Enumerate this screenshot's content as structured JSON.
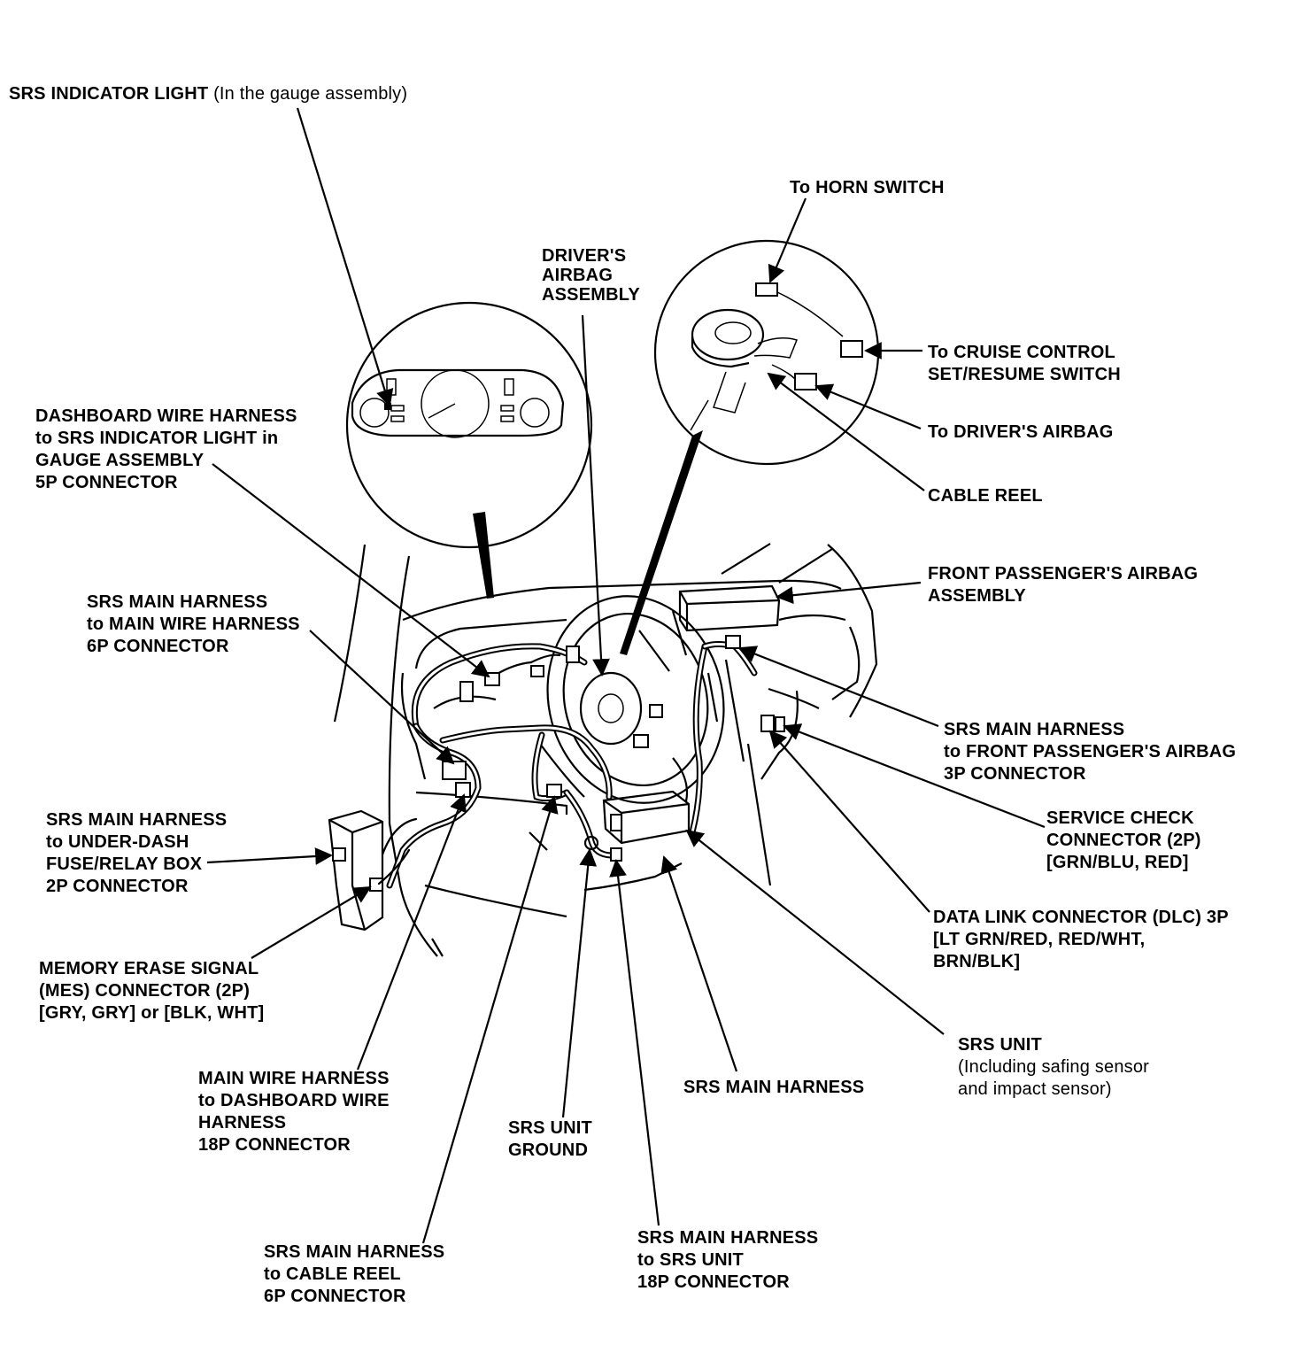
{
  "labels": {
    "srs_indicator_light": {
      "title": "SRS INDICATOR LIGHT",
      "note": "(In the gauge assembly)"
    },
    "horn_switch": [
      "To HORN SWITCH"
    ],
    "drivers_airbag_assembly": [
      "DRIVER'S",
      "AIRBAG",
      "ASSEMBLY"
    ],
    "cruise_control": [
      "To CRUISE CONTROL",
      "SET/RESUME SWITCH"
    ],
    "to_drivers_airbag": [
      "To DRIVER'S AIRBAG"
    ],
    "cable_reel": [
      "CABLE REEL"
    ],
    "dashboard_harness": [
      "DASHBOARD WIRE HARNESS",
      "to SRS INDICATOR LIGHT in",
      "GAUGE ASSEMBLY",
      "5P CONNECTOR"
    ],
    "front_passenger_airbag": [
      "FRONT PASSENGER'S AIRBAG",
      "ASSEMBLY"
    ],
    "srs_main_to_main_6p": [
      "SRS MAIN HARNESS",
      "to MAIN WIRE HARNESS",
      "6P CONNECTOR"
    ],
    "srs_main_to_passenger_3p": [
      "SRS MAIN HARNESS",
      "to FRONT PASSENGER'S AIRBAG",
      "3P CONNECTOR"
    ],
    "service_check": [
      "SERVICE CHECK",
      "CONNECTOR (2P)",
      "[GRN/BLU, RED]"
    ],
    "srs_main_to_fuse_box": [
      "SRS MAIN HARNESS",
      "to UNDER-DASH",
      "FUSE/RELAY BOX",
      "2P CONNECTOR"
    ],
    "data_link_connector": [
      "DATA LINK CONNECTOR (DLC) 3P",
      "[LT GRN/RED, RED/WHT,",
      "BRN/BLK]"
    ],
    "mes_connector": [
      "MEMORY ERASE SIGNAL",
      "(MES) CONNECTOR (2P)",
      "[GRY, GRY] or [BLK, WHT]"
    ],
    "srs_unit": {
      "title": "SRS UNIT",
      "note": [
        "(Including safing sensor",
        "and  impact sensor)"
      ]
    },
    "main_to_dashboard_18p": [
      "MAIN WIRE HARNESS",
      "to DASHBOARD WIRE",
      "HARNESS",
      "18P CONNECTOR"
    ],
    "srs_main_harness": [
      "SRS MAIN  HARNESS"
    ],
    "srs_unit_ground": [
      "SRS UNIT",
      "GROUND"
    ],
    "srs_main_to_cable_reel_6p": [
      "SRS MAIN HARNESS",
      "to CABLE REEL",
      "6P CONNECTOR"
    ],
    "srs_main_to_srs_unit_18p": [
      "SRS MAIN HARNESS",
      "to SRS UNIT",
      "18P CONNECTOR"
    ]
  }
}
